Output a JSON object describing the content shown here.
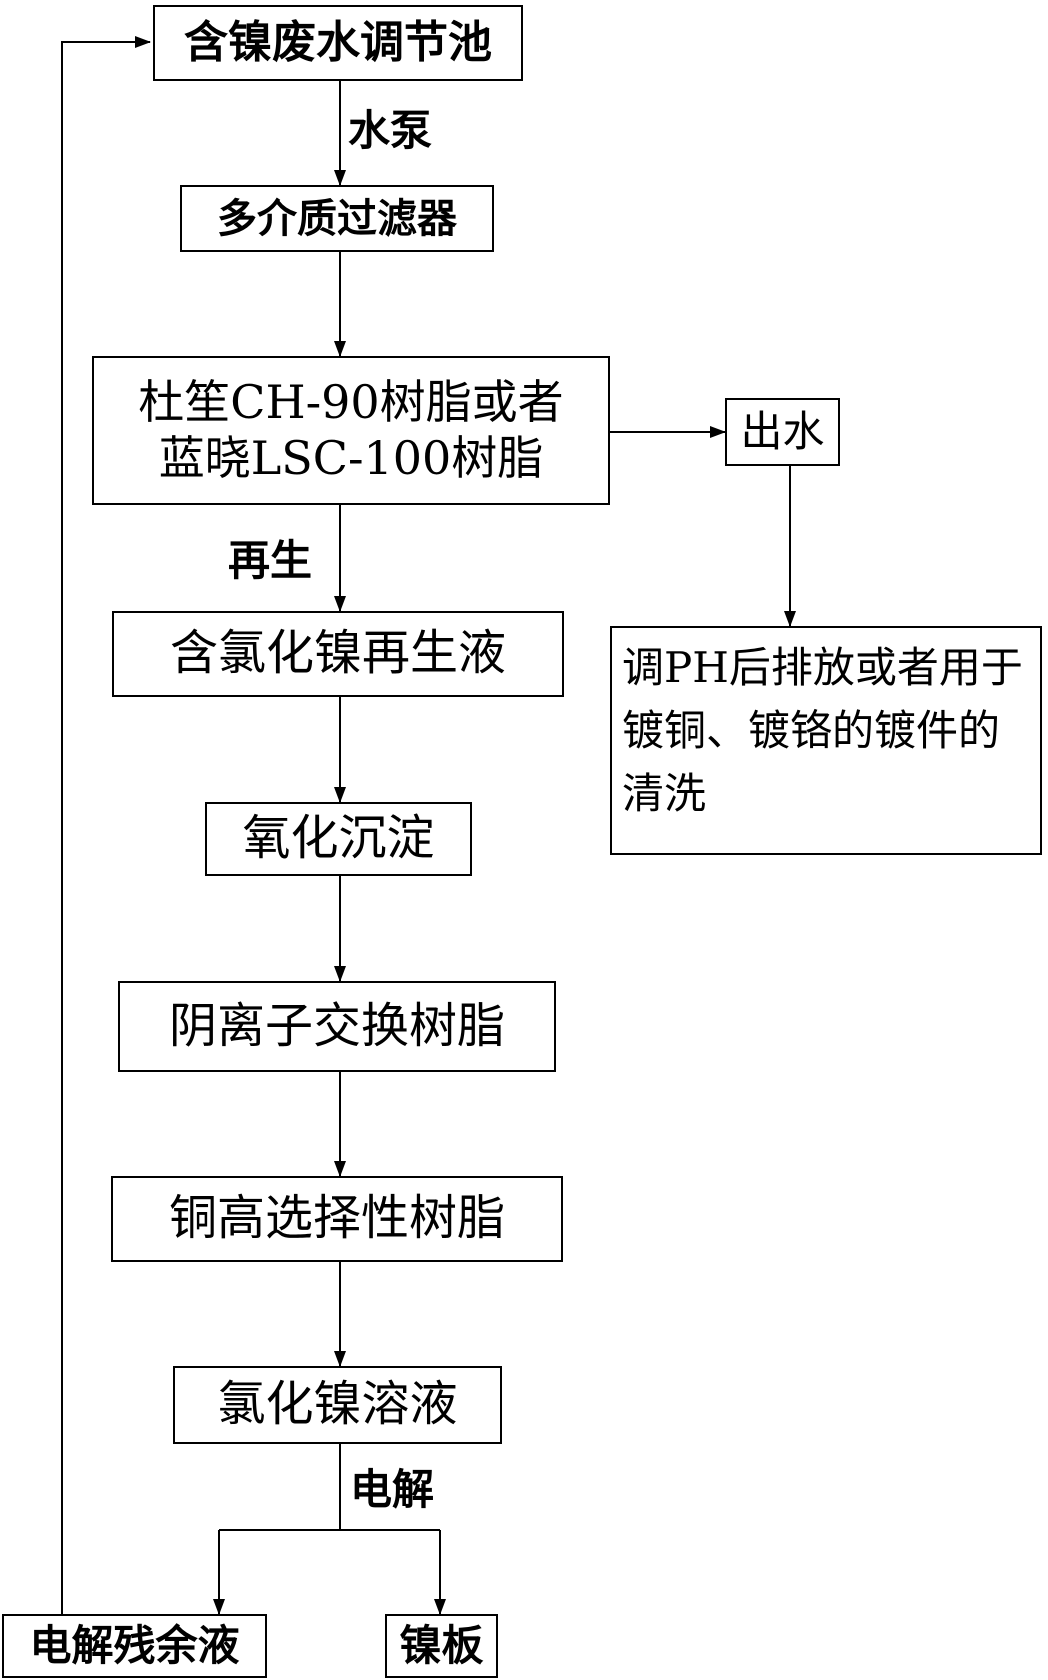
{
  "nodes": {
    "tank": "含镍废水调节池",
    "filter": "多介质过滤器",
    "resin_line1": "杜笙CH-90树脂或者",
    "resin_line2": "蓝晓LSC-100树脂",
    "regen_liquid": "含氯化镍再生液",
    "oxidation": "氧化沉淀",
    "anion_resin": "阴离子交换树脂",
    "copper_resin": "铜高选择性树脂",
    "nickel_solution": "氯化镍溶液",
    "residual": "电解残余液",
    "nickel_plate": "镍板",
    "outlet": "出水",
    "outlet_use": "调PH后排放或者用于镀铜、镀铬的镀件的清洗"
  },
  "edge_labels": {
    "pump": "水泵",
    "regeneration": "再生",
    "electrolysis": "电解"
  }
}
